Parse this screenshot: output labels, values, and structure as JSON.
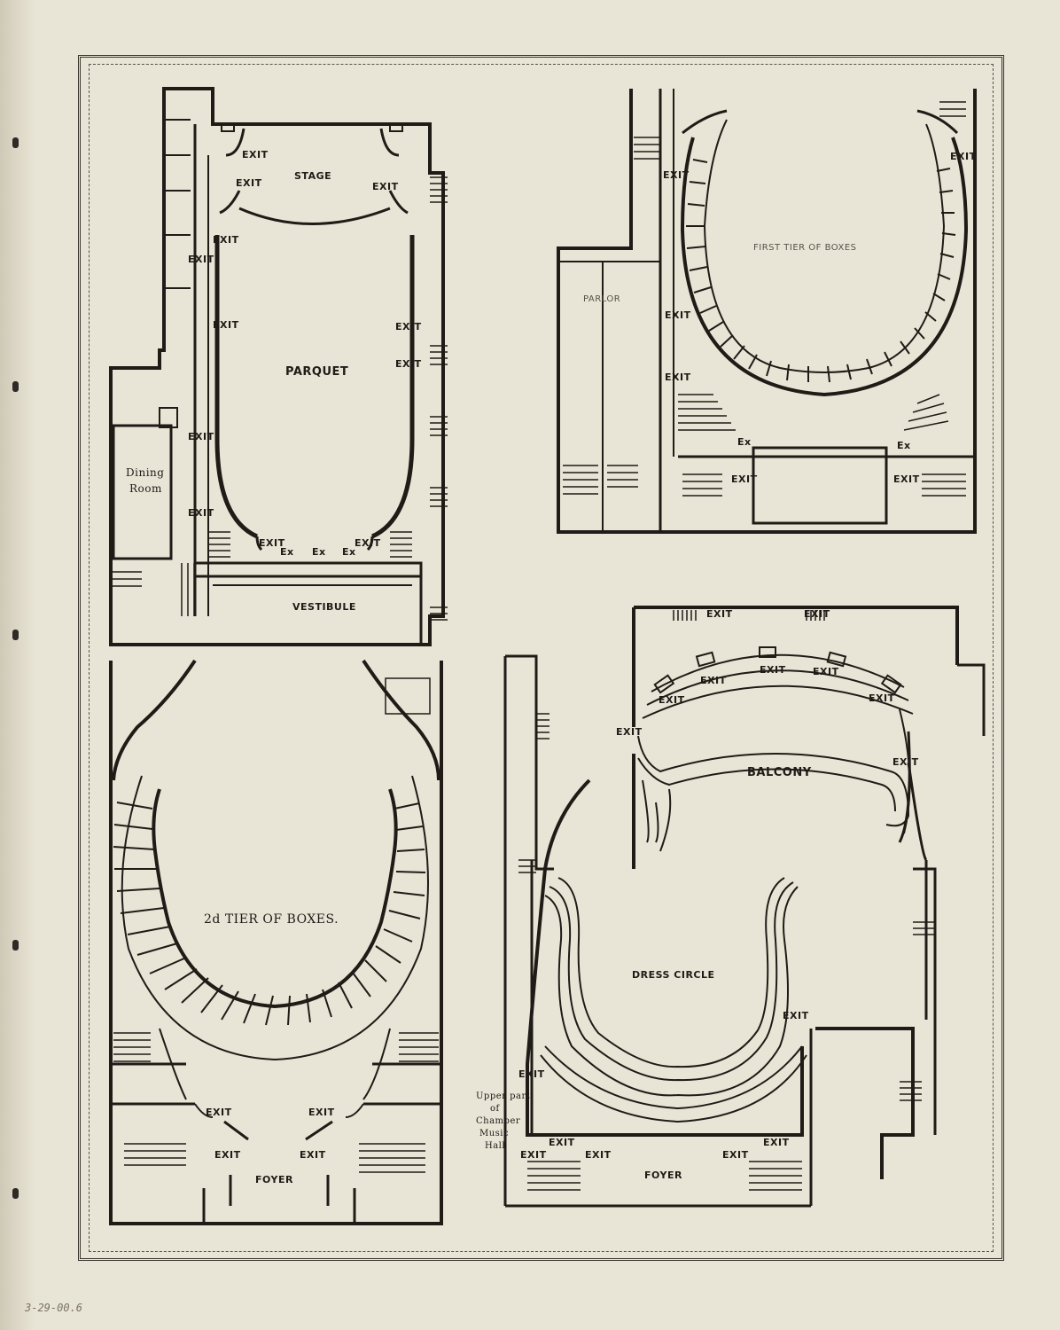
{
  "plans": {
    "parquet": {
      "stage": "STAGE",
      "parquet": "PARQUET",
      "vestibule": "VESTIBULE",
      "dining1": "Dining",
      "dining2": "Room",
      "exit": "EXIT",
      "ex": "Ex"
    },
    "first_tier": {
      "title": "FIRST TIER OF BOXES",
      "parlor": "PARLOR",
      "exit": "EXIT",
      "ex": "Ex"
    },
    "second_tier": {
      "title": "2d TIER OF BOXES.",
      "foyer": "FOYER",
      "exit": "EXIT"
    },
    "balcony": {
      "title": "BALCONY",
      "dress_circle": "DRESS CIRCLE",
      "foyer": "FOYER",
      "exit": "EXIT",
      "chamber1": "Upper part",
      "chamber2": "of",
      "chamber3": "Chamber",
      "chamber4": "Music",
      "chamber5": "Hall"
    }
  },
  "annotation": "3-29-00.6",
  "colors": {
    "paper": "#e9e5d6",
    "ink": "#1f1b17"
  }
}
